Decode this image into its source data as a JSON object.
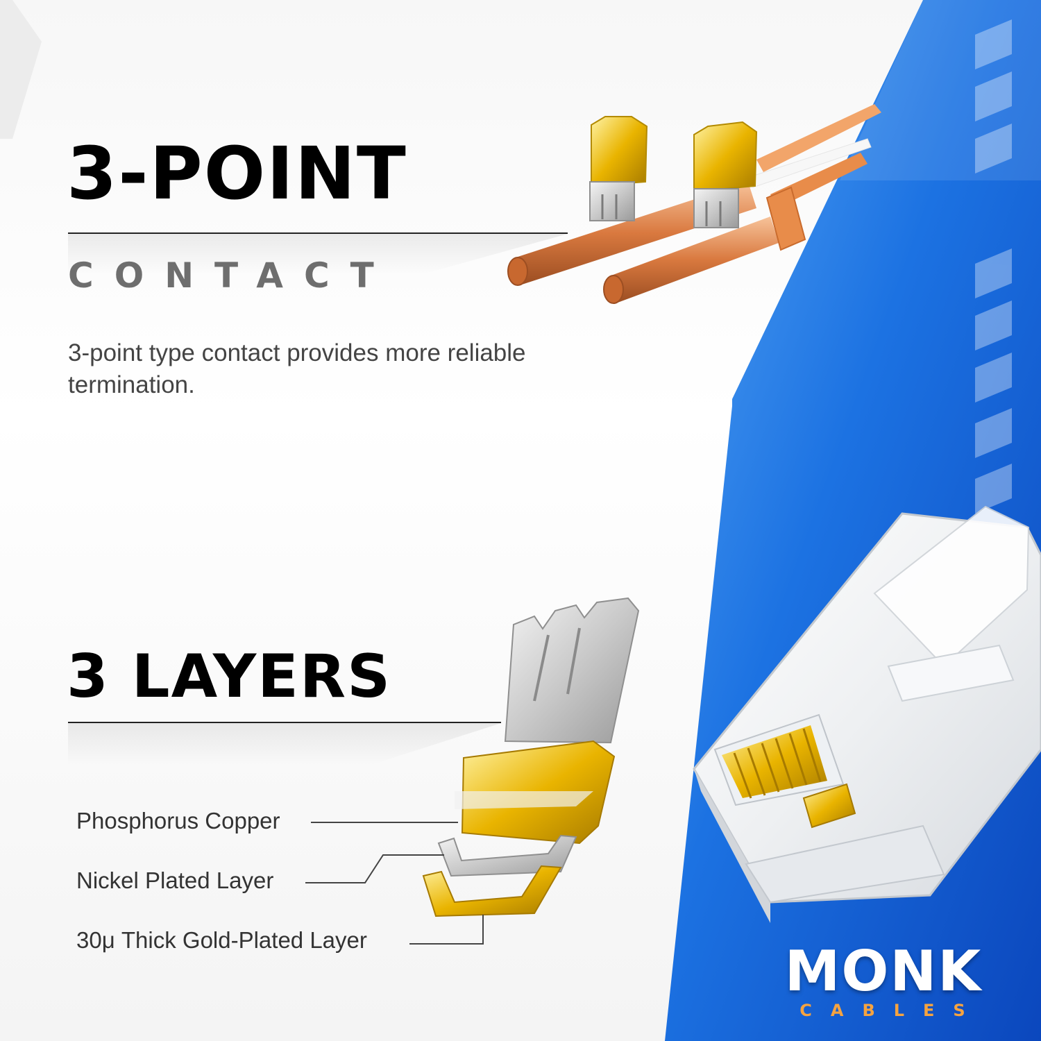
{
  "colors": {
    "blue_panel": "#1a6fe0",
    "blue_dark": "#0c4fc4",
    "copper": "#d9793f",
    "gold": "#e9b400",
    "brand_orange": "#f5a340"
  },
  "section_contact": {
    "title": "3-POINT",
    "subtitle": "CONTACT",
    "description": "3-point type contact provides more reliable termination."
  },
  "section_layers": {
    "title": "3 LAYERS",
    "layers": [
      {
        "label": "Phosphorus Copper"
      },
      {
        "label": "Nickel Plated Layer"
      },
      {
        "label": "30μ Thick Gold-Plated Layer"
      }
    ]
  },
  "brand": {
    "name": "MONK",
    "tagline": "CABLES"
  }
}
